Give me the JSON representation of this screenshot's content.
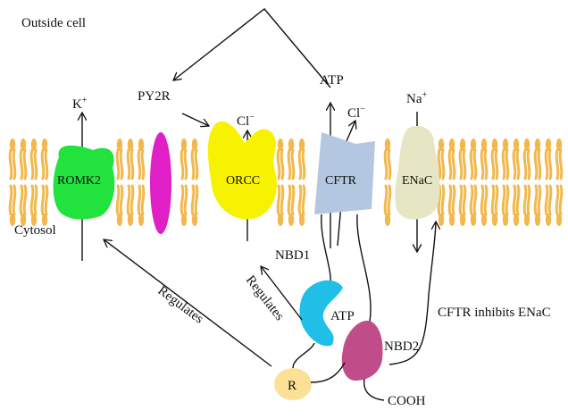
{
  "labels": {
    "outside_cell": "Outside cell",
    "cytosol": "Cytosol",
    "atp_outside": "ATP",
    "py2r": "PY2R",
    "k_ion": "K",
    "k_charge": "+",
    "cl_ion_orcc": "Cl",
    "cl_charge_orcc": "−",
    "cl_ion_cftr": "Cl",
    "cl_charge_cftr": "−",
    "na_ion": "Na",
    "na_charge": "+",
    "romk2": "ROMK2",
    "orcc": "ORCC",
    "cftr": "CFTR",
    "enac": "ENaC",
    "nbd1": "NBD1",
    "nbd2": "NBD2",
    "atp_nbd": "ATP",
    "r_domain": "R",
    "cooh": "COOH",
    "regulates_left": "Regulates",
    "regulates_mid": "Regulates",
    "cftr_inhibits": "CFTR inhibits ENaC"
  },
  "colors": {
    "lipid": "#f2b84d",
    "romk2": "#22e23d",
    "py2r": "#e01fc6",
    "orcc": "#f7f200",
    "cftr": "#b4c7e1",
    "enac": "#e6e6c4",
    "nbd1": "#20bfe8",
    "nbd2": "#c14c8a",
    "r_domain": "#fbe095"
  }
}
